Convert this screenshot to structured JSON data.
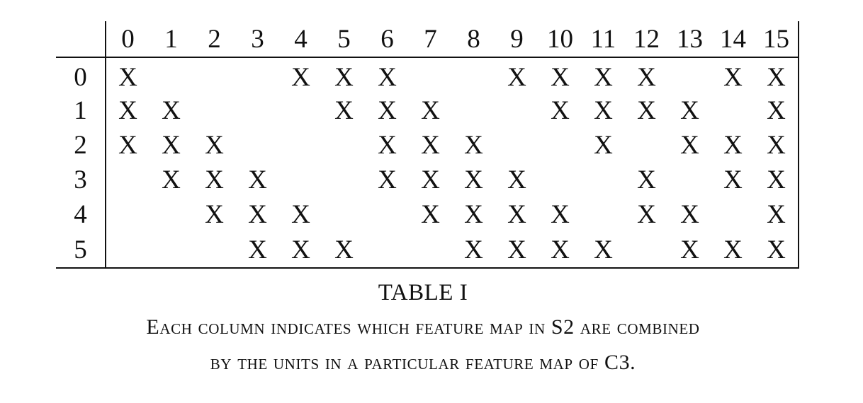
{
  "table": {
    "columns": [
      "0",
      "1",
      "2",
      "3",
      "4",
      "5",
      "6",
      "7",
      "8",
      "9",
      "10",
      "11",
      "12",
      "13",
      "14",
      "15"
    ],
    "rows": [
      {
        "label": "0",
        "cells": [
          "X",
          "",
          "",
          "",
          "X",
          "X",
          "X",
          "",
          "",
          "X",
          "X",
          "X",
          "X",
          "",
          "X",
          "X"
        ]
      },
      {
        "label": "1",
        "cells": [
          "X",
          "X",
          "",
          "",
          "",
          "X",
          "X",
          "X",
          "",
          "",
          "X",
          "X",
          "X",
          "X",
          "",
          "X"
        ]
      },
      {
        "label": "2",
        "cells": [
          "X",
          "X",
          "X",
          "",
          "",
          "",
          "X",
          "X",
          "X",
          "",
          "",
          "X",
          "",
          "X",
          "X",
          "X"
        ]
      },
      {
        "label": "3",
        "cells": [
          "",
          "X",
          "X",
          "X",
          "",
          "",
          "X",
          "X",
          "X",
          "X",
          "",
          "",
          "X",
          "",
          "X",
          "X"
        ]
      },
      {
        "label": "4",
        "cells": [
          "",
          "",
          "X",
          "X",
          "X",
          "",
          "",
          "X",
          "X",
          "X",
          "X",
          "",
          "X",
          "X",
          "",
          "X"
        ]
      },
      {
        "label": "5",
        "cells": [
          "",
          "",
          "",
          "X",
          "X",
          "X",
          "",
          "",
          "X",
          "X",
          "X",
          "X",
          "",
          "X",
          "X",
          "X"
        ]
      }
    ]
  },
  "caption": {
    "title": "TABLE I",
    "line1": "Each column indicates which feature map in S2 are combined",
    "line2": "by the units in a particular feature map of C3."
  }
}
